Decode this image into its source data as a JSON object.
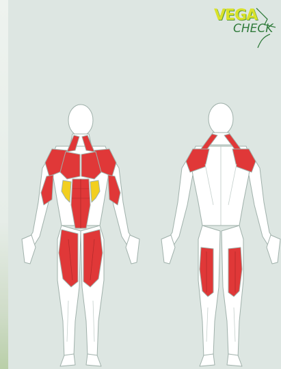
{
  "brand": {
    "line1": "VEGA",
    "line2": "CHECK"
  },
  "colors": {
    "background": "#dde6e2",
    "highlight_red": "#e03838",
    "highlight_yellow": "#f2cf1f",
    "outline": "#9fb0aa",
    "body_fill": "#ffffff",
    "logo_yellow": "#d9e22a",
    "logo_green": "#2f7a3a"
  },
  "figures": {
    "front": {
      "view": "front",
      "highlighted_muscles_red": [
        "neck",
        "deltoids",
        "pectorals",
        "biceps",
        "rectus-abdominis",
        "quadriceps"
      ],
      "highlighted_muscles_yellow": [
        "obliques"
      ]
    },
    "back": {
      "view": "back",
      "highlighted_muscles_red": [
        "trapezius-upper",
        "rear-deltoids",
        "hamstrings"
      ],
      "highlighted_muscles_yellow": []
    }
  }
}
